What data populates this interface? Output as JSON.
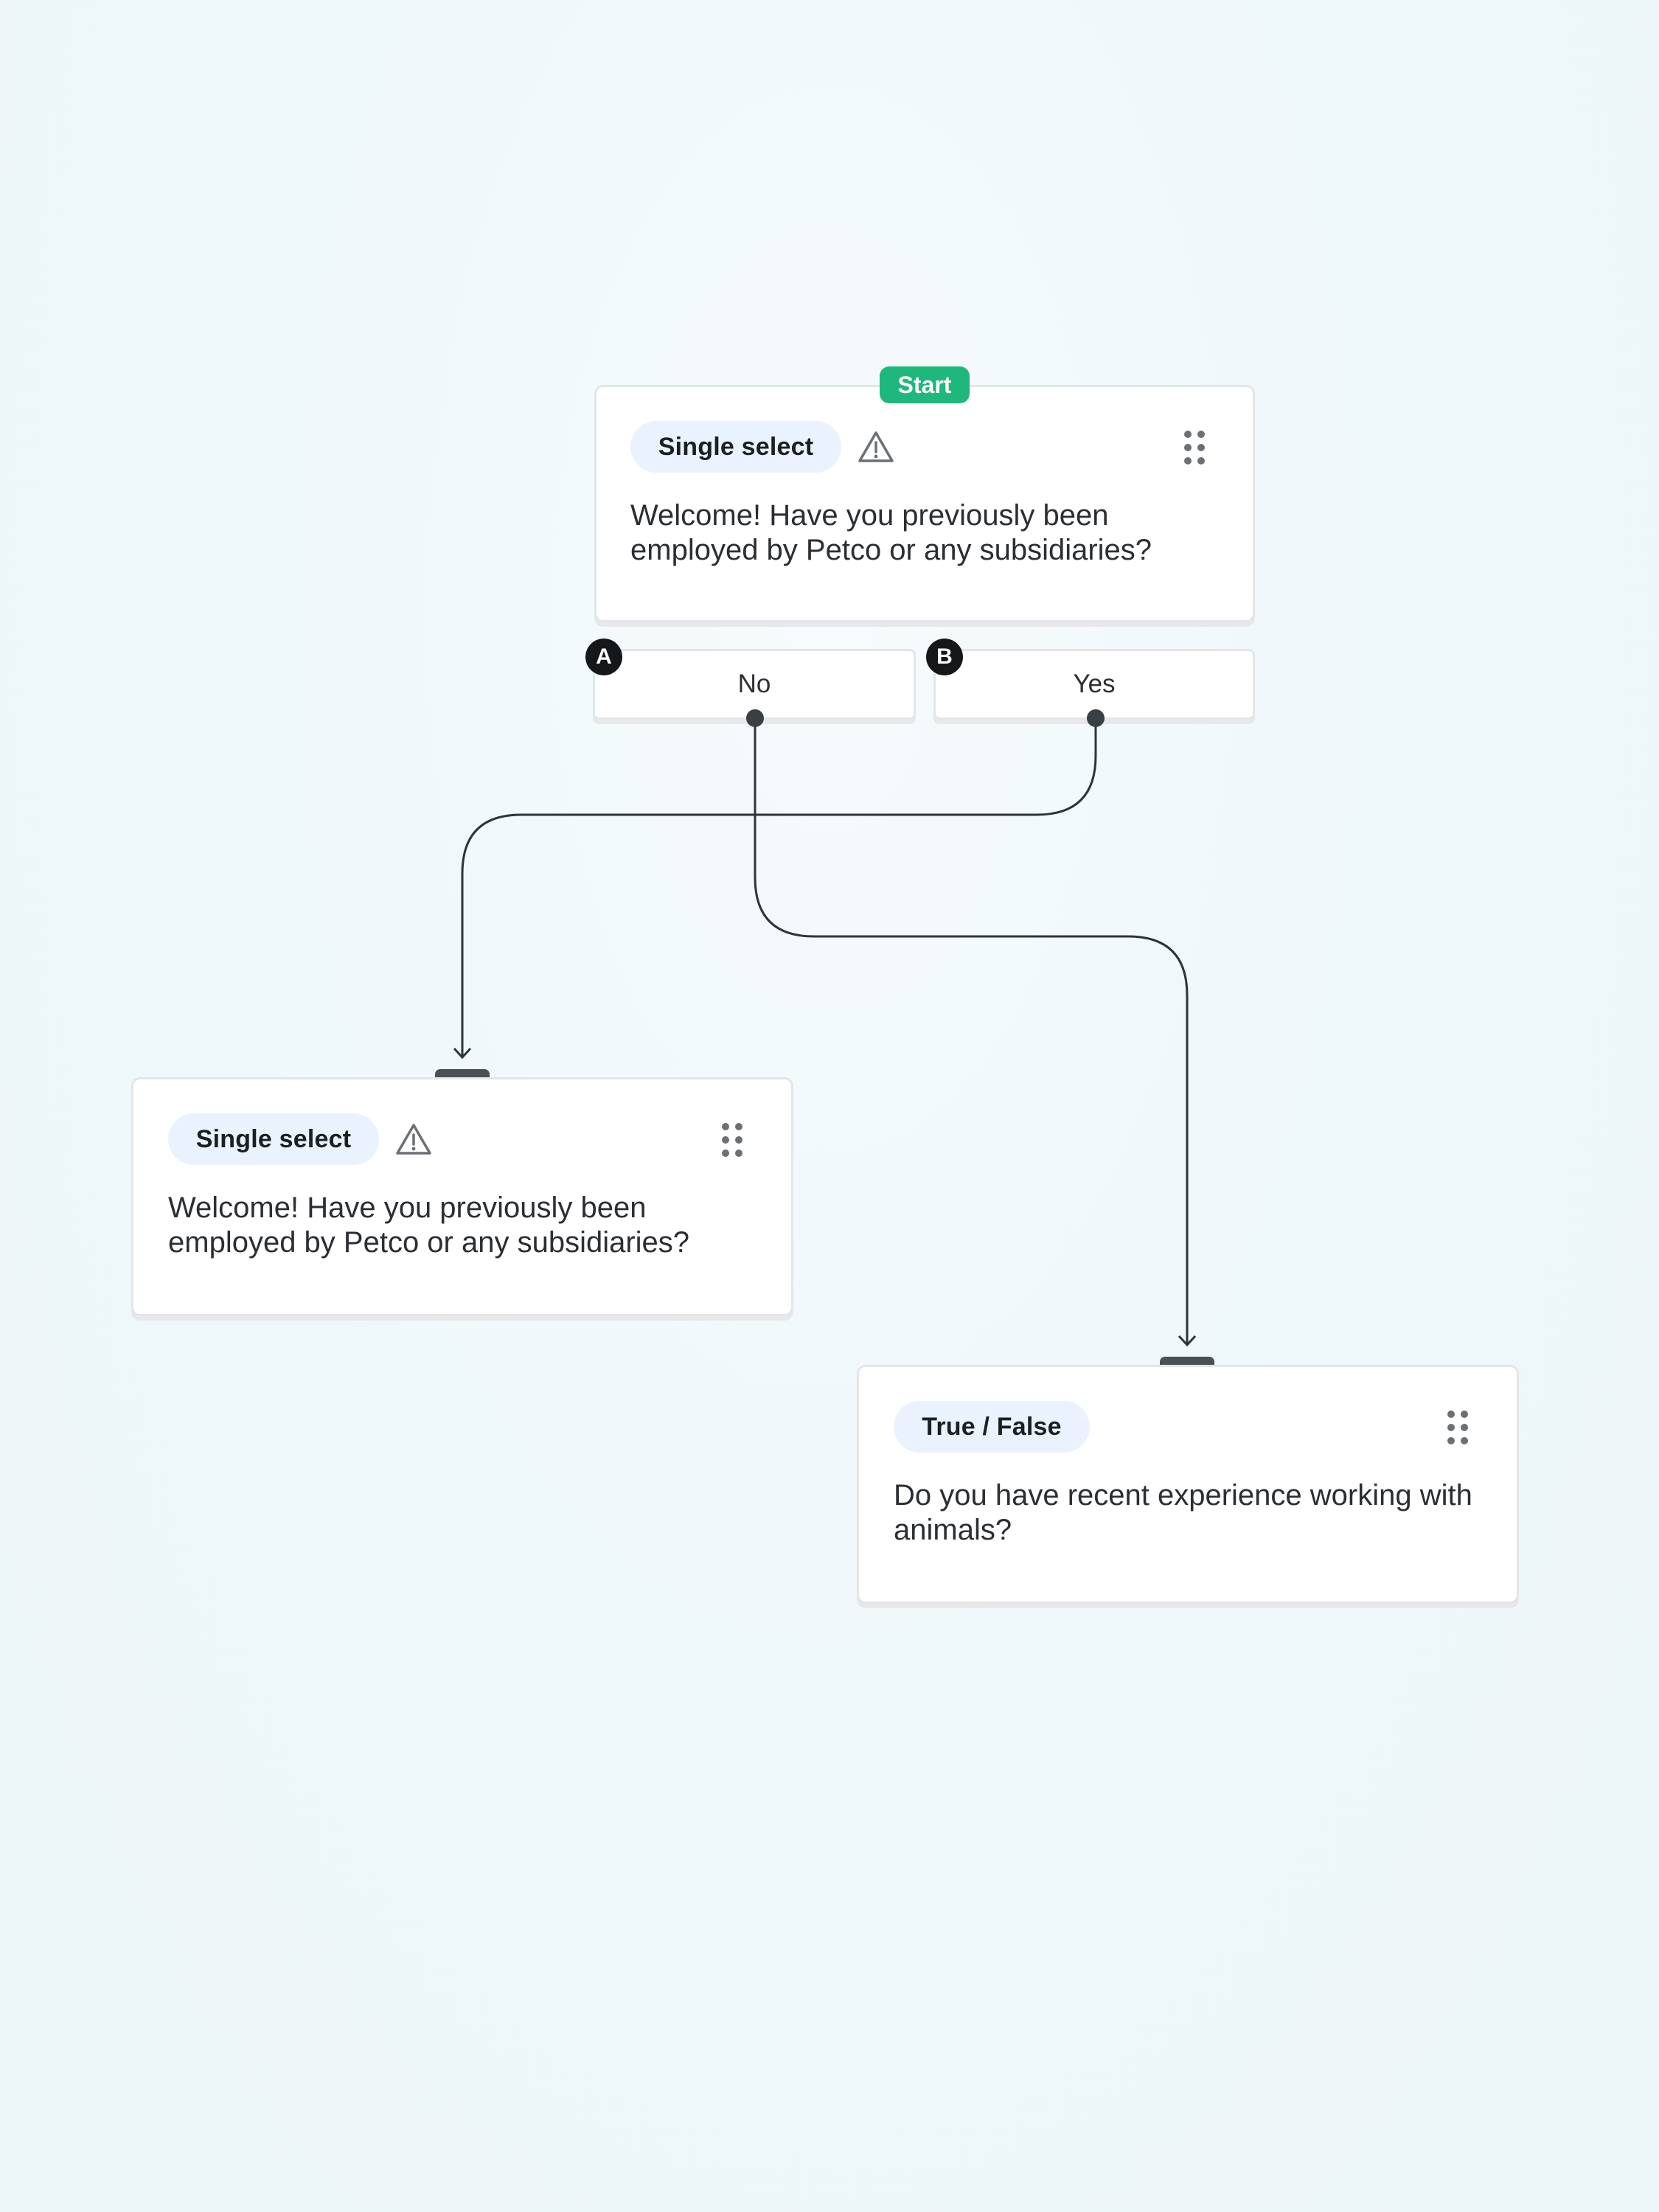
{
  "start_node": {
    "badge": "Start",
    "type_label": "Single select",
    "question": "Welcome! Have you previously been employed by Petco or any subsidiaries?",
    "options": [
      {
        "letter": "A",
        "label": "No"
      },
      {
        "letter": "B",
        "label": "Yes"
      }
    ]
  },
  "left_node": {
    "type_label": "Single select",
    "question": "Welcome! Have you previously been employed by Petco or any subsidiaries?"
  },
  "right_node": {
    "type_label": "True / False",
    "question": "Do you have recent experience working with animals?"
  },
  "icons": {
    "warning": "warning-triangle-icon",
    "drag": "drag-handle-icon",
    "arrow": "arrow-down-icon"
  },
  "colors": {
    "start_badge": "#1fb87c",
    "chip_background": "#eaf3fd",
    "connector": "#2f3438",
    "letter_badge": "#15181b"
  }
}
